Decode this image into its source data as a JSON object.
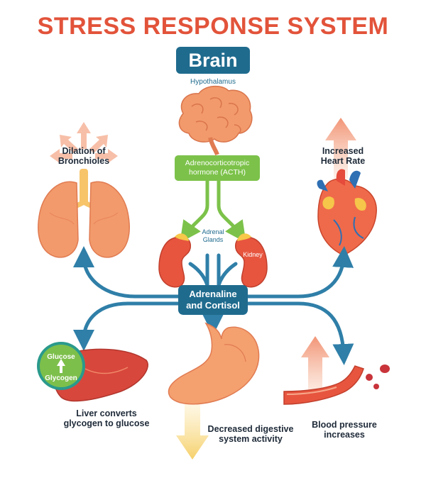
{
  "title": "STRESS RESPONSE SYSTEM",
  "brain": {
    "label": "Brain",
    "hypothalamus": "Hypothalamus"
  },
  "acth": {
    "line1": "Adrenocorticotropic",
    "line2": "hormone (ACTH)"
  },
  "adrenal": {
    "line1": "Adrenal",
    "line2": "Glands",
    "kidney": "Kidney"
  },
  "center": {
    "line1": "Adrenaline",
    "line2": "and Cortisol"
  },
  "lungs": {
    "line1": "Dilation of",
    "line2": "Bronchioles"
  },
  "heart": {
    "line1": "Increased",
    "line2": "Heart Rate"
  },
  "liver": {
    "line1": "Liver converts",
    "line2": "glycogen to glucose",
    "glucose": "Glucose",
    "glycogen": "Glycogen"
  },
  "stomach": {
    "line1": "Decreased digestive",
    "line2": "system activity"
  },
  "blood": {
    "line1": "Blood pressure",
    "line2": "increases"
  },
  "colors": {
    "title": "#e2533a",
    "teal": "#1f6b8e",
    "green": "#7cc24a",
    "organ": "#f29a6b",
    "pathway": "#2f7fa8"
  }
}
